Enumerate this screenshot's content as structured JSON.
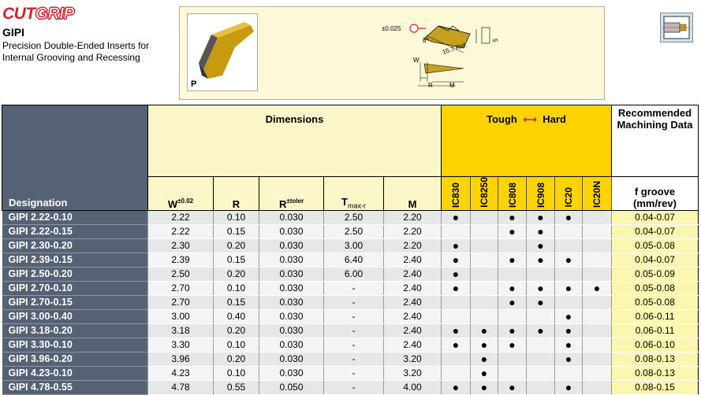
{
  "brand": {
    "cut": "CUT",
    "grip": "GRIP"
  },
  "series": "GIPI",
  "description": "Precision Double-Ended Inserts for Internal Grooving and Recessing",
  "photo_grade": "P",
  "drawing_labels": {
    "tol": "±0.025",
    "angle": "8°",
    "ref": "15.7 Ref.",
    "five": "5",
    "w": "W",
    "r": "R",
    "m": "M"
  },
  "headers": {
    "designation": "Designation",
    "dimensions": "Dimensions",
    "tough": "Tough",
    "hard": "Hard",
    "reco_line1": "Recommended",
    "reco_line2": "Machining Data",
    "w": "W",
    "w_tol": "±0.02",
    "r": "R",
    "rtol": "R",
    "rtol_sup": "±toler",
    "tmax": "T",
    "tmax_sub": "max-r",
    "m": "M",
    "grades": [
      "IC830",
      "IC8250",
      "IC808",
      "IC908",
      "IC20",
      "IC20N"
    ],
    "fgroove1": "f groove",
    "fgroove2": "(mm/rev)"
  },
  "dot_glyph": "●",
  "rows": [
    {
      "name": "GIPI 2.22-0.10",
      "w": "2.22",
      "r": "0.10",
      "rt": "0.030",
      "t": "2.50",
      "m": "2.20",
      "g": [
        1,
        0,
        1,
        1,
        1,
        0
      ],
      "f": "0.04-0.07"
    },
    {
      "name": "GIPI 2.22-0.15",
      "w": "2.22",
      "r": "0.15",
      "rt": "0.030",
      "t": "2.50",
      "m": "2.20",
      "g": [
        0,
        0,
        1,
        1,
        0,
        0
      ],
      "f": "0.04-0.07"
    },
    {
      "name": "GIPI 2.30-0.20",
      "w": "2.30",
      "r": "0.20",
      "rt": "0.030",
      "t": "3.00",
      "m": "2.20",
      "g": [
        1,
        0,
        0,
        1,
        0,
        0
      ],
      "f": "0.05-0.08"
    },
    {
      "name": "GIPI 2.39-0.15",
      "w": "2.39",
      "r": "0.15",
      "rt": "0.030",
      "t": "6.40",
      "m": "2.40",
      "g": [
        1,
        0,
        1,
        1,
        1,
        0
      ],
      "f": "0.04-0.07"
    },
    {
      "name": "GIPI 2.50-0.20",
      "w": "2.50",
      "r": "0.20",
      "rt": "0.030",
      "t": "6.00",
      "m": "2.40",
      "g": [
        1,
        0,
        0,
        0,
        0,
        0
      ],
      "f": "0.05-0.09"
    },
    {
      "name": "GIPI 2.70-0.10",
      "w": "2.70",
      "r": "0.10",
      "rt": "0.030",
      "t": "-",
      "m": "2.40",
      "g": [
        1,
        0,
        1,
        1,
        1,
        1
      ],
      "f": "0.05-0.08"
    },
    {
      "name": "GIPI 2.70-0.15",
      "w": "2.70",
      "r": "0.15",
      "rt": "0.030",
      "t": "-",
      "m": "2.40",
      "g": [
        0,
        0,
        1,
        1,
        0,
        0
      ],
      "f": "0.05-0.08"
    },
    {
      "name": "GIPI 3.00-0.40",
      "w": "3.00",
      "r": "0.40",
      "rt": "0.030",
      "t": "-",
      "m": "2.40",
      "g": [
        0,
        0,
        0,
        0,
        1,
        0
      ],
      "f": "0.06-0.11"
    },
    {
      "name": "GIPI 3.18-0.20",
      "w": "3.18",
      "r": "0.20",
      "rt": "0.030",
      "t": "-",
      "m": "2.40",
      "g": [
        1,
        1,
        1,
        1,
        1,
        0
      ],
      "f": "0.06-0.11"
    },
    {
      "name": "GIPI 3.30-0.10",
      "w": "3.30",
      "r": "0.10",
      "rt": "0.030",
      "t": "-",
      "m": "2.40",
      "g": [
        1,
        1,
        1,
        0,
        1,
        0
      ],
      "f": "0.06-0.10"
    },
    {
      "name": "GIPI 3.96-0.20",
      "w": "3.96",
      "r": "0.20",
      "rt": "0.030",
      "t": "-",
      "m": "3.20",
      "g": [
        0,
        1,
        0,
        0,
        1,
        0
      ],
      "f": "0.08-0.13"
    },
    {
      "name": "GIPI 4.23-0.10",
      "w": "4.23",
      "r": "0.10",
      "rt": "0.030",
      "t": "-",
      "m": "3.20",
      "g": [
        0,
        1,
        0,
        0,
        0,
        0
      ],
      "f": "0.08-0.13"
    },
    {
      "name": "GIPI 4.78-0.55",
      "w": "4.78",
      "r": "0.55",
      "rt": "0.050",
      "t": "-",
      "m": "4.00",
      "g": [
        1,
        1,
        1,
        0,
        1,
        0
      ],
      "f": "0.08-0.15"
    }
  ]
}
